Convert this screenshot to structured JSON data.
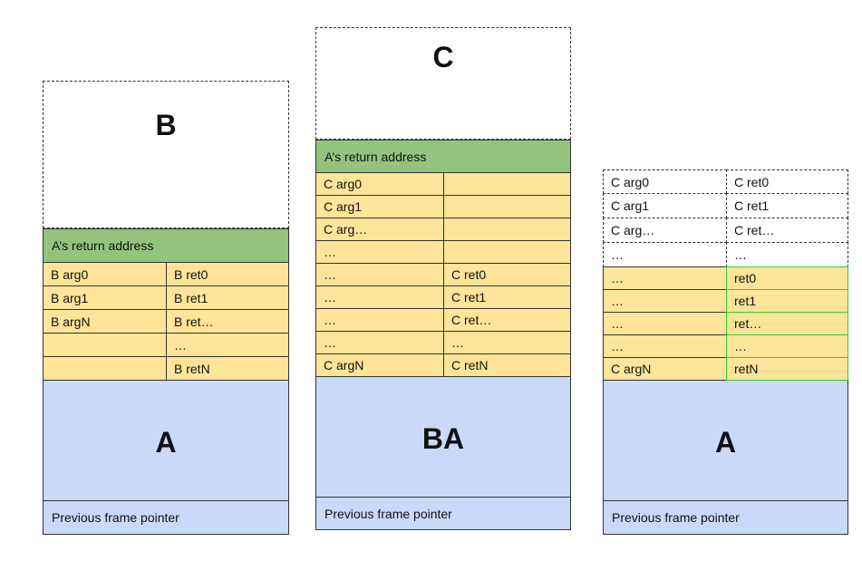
{
  "left": {
    "top_label": "B",
    "return_address": "A’s return address",
    "rows": [
      [
        "B arg0",
        "B ret0"
      ],
      [
        "B arg1",
        "B ret1"
      ],
      [
        "B argN",
        "B ret…"
      ],
      [
        "",
        "…"
      ],
      [
        "",
        "B retN"
      ]
    ],
    "frame_label": "A",
    "previous": "Previous frame pointer"
  },
  "middle": {
    "top_label": "C",
    "return_address": "A’s return address",
    "rows": [
      [
        "C arg0",
        ""
      ],
      [
        "C arg1",
        ""
      ],
      [
        "C arg…",
        ""
      ],
      [
        "…",
        ""
      ],
      [
        "…",
        "C ret0"
      ],
      [
        "…",
        "C ret1"
      ],
      [
        "…",
        "C ret…"
      ],
      [
        "…",
        "…"
      ],
      [
        "C argN",
        "C retN"
      ]
    ],
    "frame_label": "BA",
    "previous": "Previous frame pointer"
  },
  "right": {
    "white_rows": [
      [
        "C arg0",
        "C ret0"
      ],
      [
        "C arg1",
        "C ret1"
      ],
      [
        "C arg…",
        "C ret…"
      ],
      [
        "…",
        "…"
      ]
    ],
    "rows": [
      [
        "…",
        "ret0"
      ],
      [
        "…",
        "ret1"
      ],
      [
        "…",
        "ret…"
      ],
      [
        "…",
        "…"
      ],
      [
        "C argN",
        "retN"
      ]
    ],
    "frame_label": "A",
    "previous": "Previous frame pointer"
  },
  "colors": {
    "yellow": "#ffe599",
    "green": "#93c47d",
    "blue": "#c9daf8",
    "highlight_border": "#33cc33"
  }
}
